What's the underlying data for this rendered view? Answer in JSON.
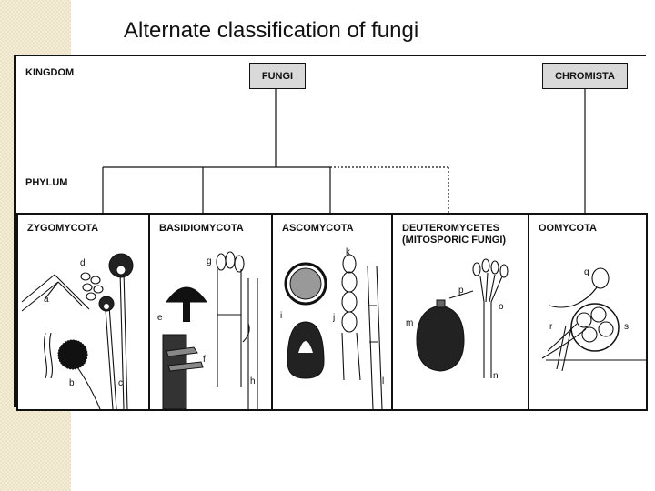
{
  "slide": {
    "title": "Alternate classification of fungi"
  },
  "ranks": {
    "kingdom": "KINGDOM",
    "phylum": "PHYLUM"
  },
  "kingdoms": {
    "fungi": "FUNGI",
    "chromista": "CHROMISTA"
  },
  "phyla": {
    "zygomycota": {
      "name": "ZYGOMYCOTA",
      "labels": [
        "d",
        "a",
        "b",
        "c"
      ]
    },
    "basidiomycota": {
      "name": "BASIDIOMYCOTA",
      "labels": [
        "g",
        "e",
        "f",
        "h"
      ]
    },
    "ascomycota": {
      "name": "ASCOMYCOTA",
      "labels": [
        "k",
        "i",
        "j",
        "l"
      ]
    },
    "deuteromycetes": {
      "name": "DEUTEROMYCETES",
      "subtitle": "(MITOSPORIC FUNGI)",
      "labels": [
        "p",
        "o",
        "m",
        "n"
      ]
    },
    "oomycota": {
      "name": "OOMYCOTA",
      "labels": [
        "q",
        "r",
        "s"
      ]
    }
  },
  "colors": {
    "line": "#111111",
    "kingdom_box": "#d9d9d9",
    "side_strip": "#f4ecd6"
  }
}
